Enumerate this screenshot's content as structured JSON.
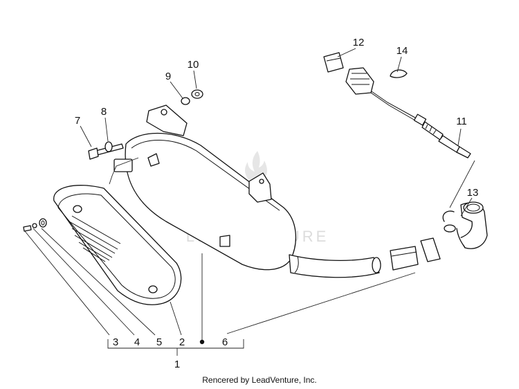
{
  "diagram": {
    "callouts": {
      "c1": "1",
      "c2": "2",
      "c3": "3",
      "c4": "4",
      "c5": "5",
      "c6": "6",
      "c7": "7",
      "c8": "8",
      "c9": "9",
      "c10": "10",
      "c11": "11",
      "c12": "12",
      "c13": "13",
      "c14": "14"
    },
    "watermark": "LEADVENTURE",
    "credit": "Rencered by LeadVenture, Inc."
  }
}
